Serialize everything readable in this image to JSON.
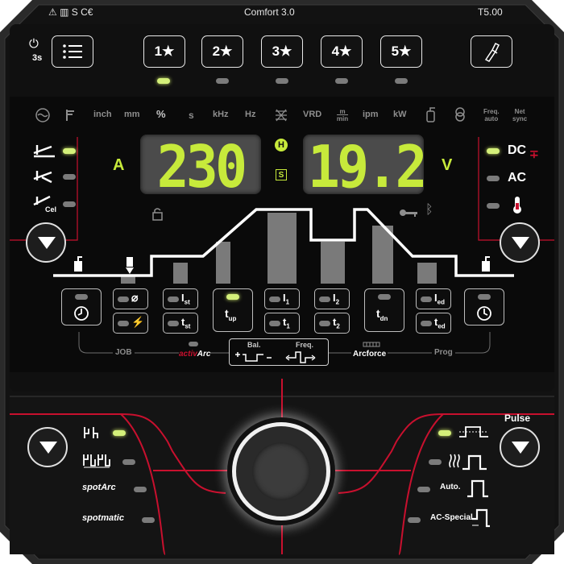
{
  "header": {
    "symbols": "⚠ ▥ S C€",
    "model": "Comfort 3.0",
    "version": "T5.00"
  },
  "power_hold_label": "3s",
  "jobs": [
    "1★",
    "2★",
    "3★",
    "4★",
    "5★"
  ],
  "units": [
    "inch",
    "mm",
    "%",
    "s",
    "kHz",
    "Hz",
    "VRD",
    "m",
    "min",
    "ipm",
    "kW",
    "Freq.",
    "auto",
    "Net",
    "sync"
  ],
  "display_left": {
    "value": "230",
    "unit": "A"
  },
  "display_right": {
    "value": "19.2",
    "unit": "V"
  },
  "indicator_h": "H",
  "indicator_s": "S",
  "left_modes": {
    "cel": "Cel"
  },
  "current_types": [
    "DC",
    "AC"
  ],
  "params": {
    "ist": {
      "main": "I",
      "sub": "st"
    },
    "tst": {
      "main": "t",
      "sub": "st"
    },
    "tup": {
      "main": "t",
      "sub": "up"
    },
    "i1": {
      "main": "I",
      "sub": "1"
    },
    "t1": {
      "main": "t",
      "sub": "1"
    },
    "i2": {
      "main": "I",
      "sub": "2"
    },
    "t2": {
      "main": "t",
      "sub": "2"
    },
    "tdn": {
      "main": "t",
      "sub": "dn"
    },
    "ied": {
      "main": "I",
      "sub": "ed"
    },
    "ted": {
      "main": "t",
      "sub": "ed"
    }
  },
  "bottom_labels": {
    "job": "JOB",
    "activarc_a": "activ",
    "activarc_b": "Arc",
    "bal": "Bal.",
    "freq": "Freq.",
    "arcforce": "Arcforce",
    "prog": "Prog"
  },
  "lower_left_modes": [
    "spotArc",
    "spotmatic"
  ],
  "lower_right": {
    "pulse": "Pulse",
    "auto": "Auto.",
    "ac_special": "AC-Special"
  },
  "colors": {
    "panel": "#0e0e0e",
    "frame": "#2c2c2c",
    "accent_red": "#c8102e",
    "display_green": "#c7ea3b",
    "led_on": "#d4f07a",
    "led_off": "#7b7b7b"
  }
}
